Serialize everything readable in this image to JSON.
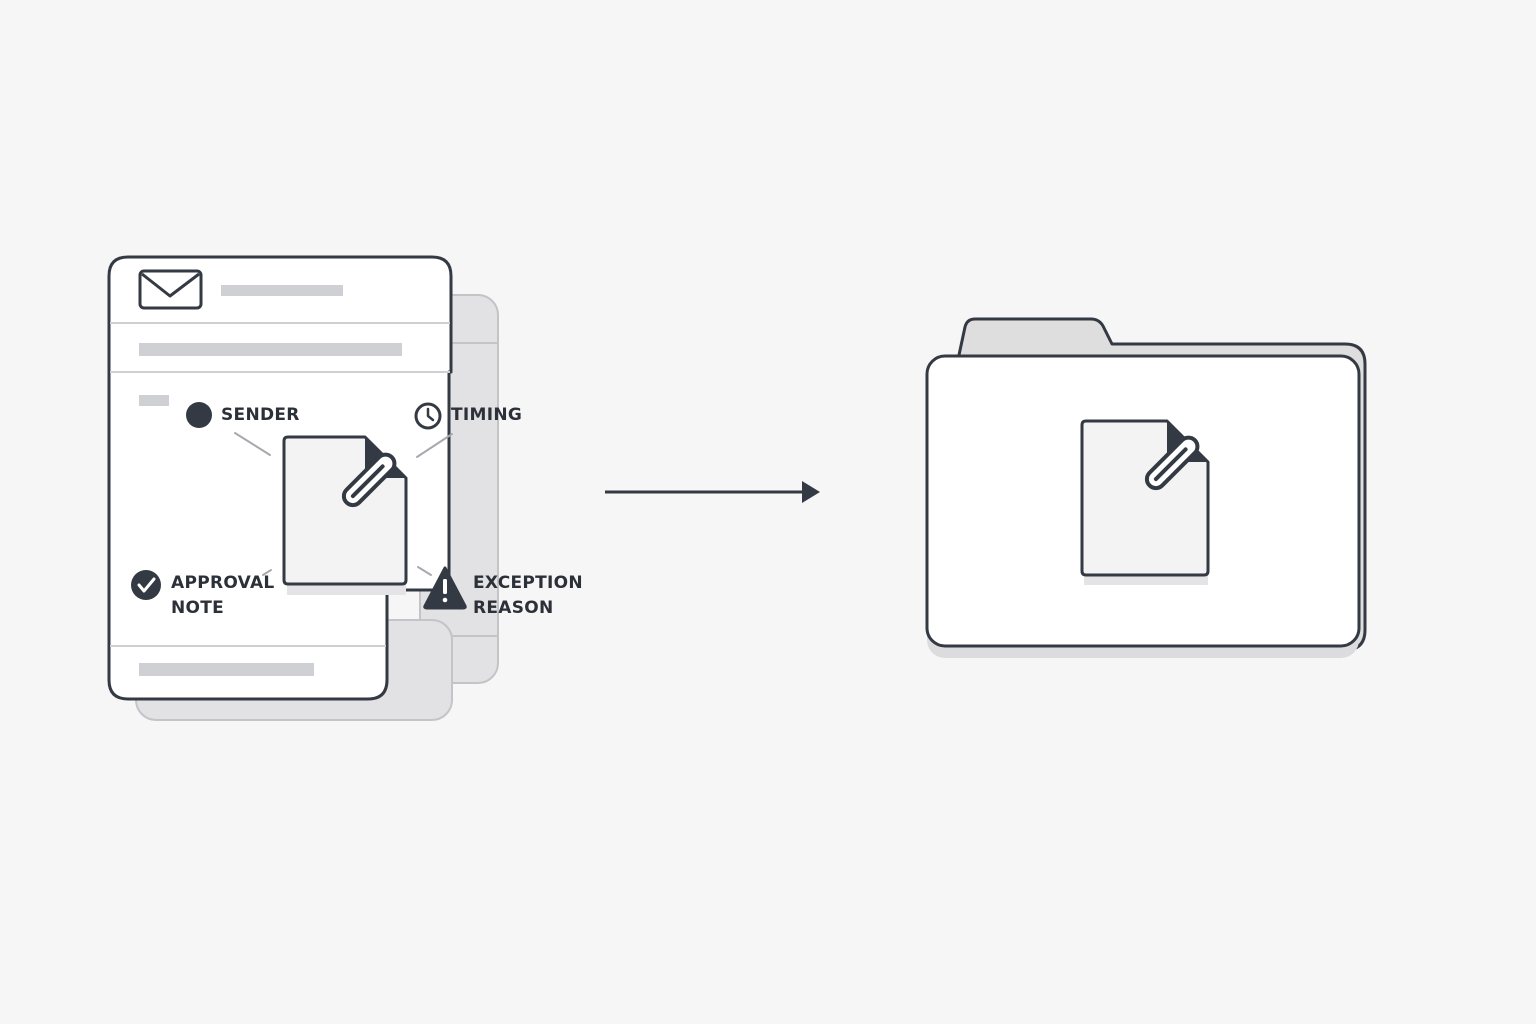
{
  "colors": {
    "background": "#f6f6f6",
    "outline": "#343a44",
    "card_fill": "#ffffff",
    "back_card_fill": "#e4e4e6",
    "placeholder_bar": "#cfd0d4",
    "document_fill": "#f3f3f4",
    "shadow": "#dcdcde",
    "folder_tab": "#dedede"
  },
  "callouts": {
    "sender": {
      "label": "SENDER",
      "icon": "person-dot-icon"
    },
    "timing": {
      "label": "TIMING",
      "icon": "clock-icon"
    },
    "approval": {
      "line1": "APPROVAL",
      "line2": "NOTE",
      "icon": "check-circle-icon"
    },
    "exception": {
      "line1": "EXCEPTION",
      "line2": "REASON",
      "icon": "warning-triangle-icon"
    }
  },
  "email_card": {
    "icon": "envelope-icon"
  },
  "flow": {
    "icon": "arrow-right-icon"
  },
  "destination": {
    "icon": "folder-icon",
    "document_icon": "attached-document-icon"
  }
}
